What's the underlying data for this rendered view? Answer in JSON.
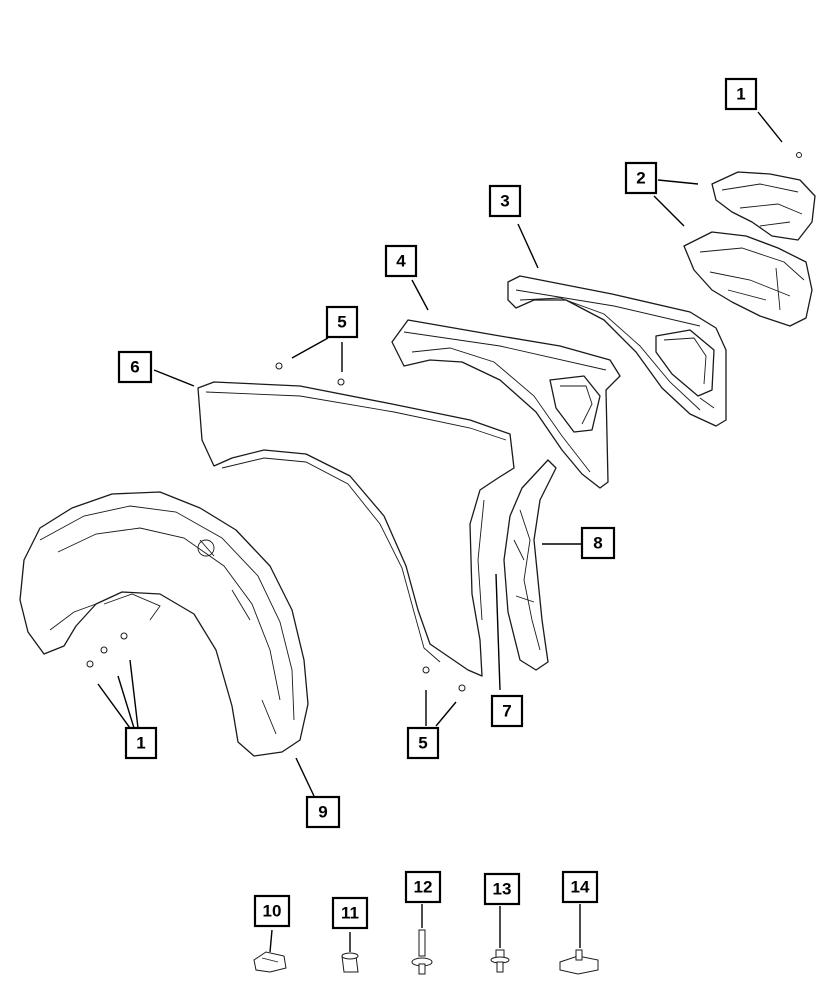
{
  "callouts": [
    {
      "id": "c1-top",
      "label": "1"
    },
    {
      "id": "c2",
      "label": "2"
    },
    {
      "id": "c3",
      "label": "3"
    },
    {
      "id": "c4",
      "label": "4"
    },
    {
      "id": "c5-top",
      "label": "5"
    },
    {
      "id": "c6",
      "label": "6"
    },
    {
      "id": "c8",
      "label": "8"
    },
    {
      "id": "c7",
      "label": "7"
    },
    {
      "id": "c1-bottom",
      "label": "1"
    },
    {
      "id": "c5-bottom",
      "label": "5"
    },
    {
      "id": "c9",
      "label": "9"
    },
    {
      "id": "c10",
      "label": "10"
    },
    {
      "id": "c11",
      "label": "11"
    },
    {
      "id": "c12",
      "label": "12"
    },
    {
      "id": "c13",
      "label": "13"
    },
    {
      "id": "c14",
      "label": "14"
    }
  ]
}
